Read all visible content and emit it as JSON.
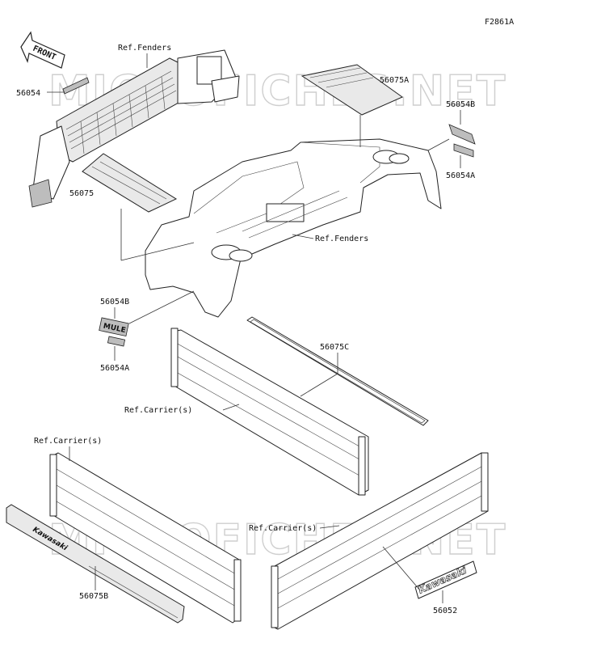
{
  "figure_id": "F2861A",
  "front_arrow_text": "FRONT",
  "watermark": "MICROFICHES.NET",
  "labels": {
    "p56054": "56054",
    "ref_fenders_top": "Ref.Fenders",
    "p56075A": "56075A",
    "p56054B_right": "56054B",
    "p56054A_right": "56054A",
    "p56075": "56075",
    "ref_fenders_mid": "Ref.Fenders",
    "p56054B_left": "56054B",
    "p56054A_left": "56054A",
    "p56075C": "56075C",
    "ref_carrier_mid": "Ref.Carrier(s)",
    "ref_carrier_left": "Ref.Carrier(s)",
    "p56075B": "56075B",
    "ref_carrier_right": "Ref.Carrier(s)",
    "p56052": "56052"
  },
  "decals": {
    "mule_badge": "MULE",
    "kawasaki_left": "Kawasaki",
    "kawasaki_right": "Kawasaki"
  }
}
